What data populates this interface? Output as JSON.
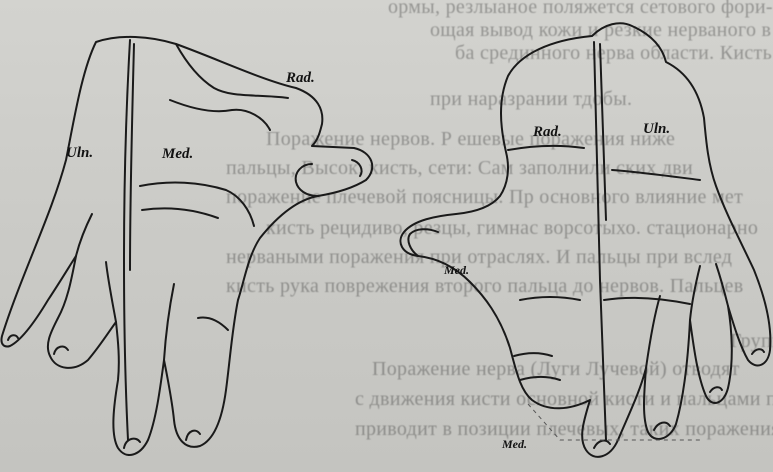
{
  "figure": {
    "left_hand_labels": {
      "rad": "Rad.",
      "uln": "Uln.",
      "med": "Med."
    },
    "right_hand_labels": {
      "rad": "Rad.",
      "uln": "Uln.",
      "med_palm": "Med.",
      "med_bottom": "Med."
    }
  },
  "background_text": [
    "ормы, резлыаное поляжется сетового фори-онов",
    "ощая  вывод  кожи  и резкие  нерваного в  эрве от",
    "ба  срединного  нерва  области. Кисть  отдельно  к",
    "при наразрании тдобы.",
    "Поражение  нервов.  Р ешевые  поражения  ниже",
    "пальцы,  Высок, кисть,  сети: Сам  заполнили ских  дви",
    "поражение  плечевой поясницы.  Пр  основного влияние  мет",
    "кисть  рецидиво,  резцы,  гимнас  ворсотыхо.  стационарно",
    "нерваными поражения при отраслях. И пальцы при вслед",
    "кисть рука поврежения второго пальца до нервов. Пальцев",
    "Групповая ф.",
    "Поражение  нерва  (Луги  Лучевой)  отводят",
    "  с  движения  кисти  основной  кисти  и  пальцами  первой",
    "  приводит  в  позиции  плечевых,  таких  поражения  к"
  ]
}
